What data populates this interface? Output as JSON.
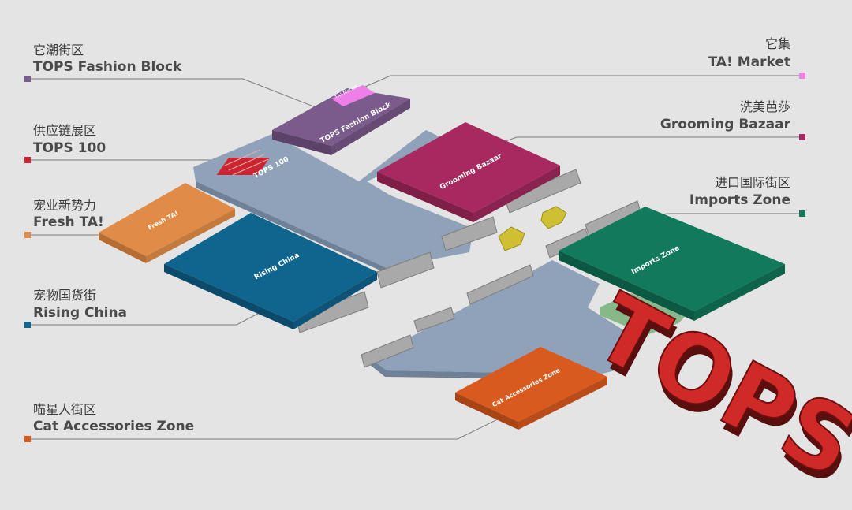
{
  "legend": [
    {
      "id": "tops-fashion-block",
      "zh": "它潮街区",
      "en": "TOPS Fashion Block",
      "color": "#7b5a8c"
    },
    {
      "id": "tops-100",
      "zh": "供应链展区",
      "en": "TOPS 100",
      "color": "#cc2430"
    },
    {
      "id": "fresh-ta",
      "zh": "宠业新势力",
      "en": "Fresh TA!",
      "color": "#e08c48"
    },
    {
      "id": "rising-china",
      "zh": "宠物国货街",
      "en": "Rising China",
      "color": "#10658f"
    },
    {
      "id": "cat-accessories",
      "zh": "喵星人街区",
      "en": "Cat Accessories Zone",
      "color": "#d95a1f"
    },
    {
      "id": "ta-market",
      "zh": "它集",
      "en": "TA! Market",
      "color": "#ee7ee8"
    },
    {
      "id": "grooming-bazaar",
      "zh": "洗美芭莎",
      "en": "Grooming Bazaar",
      "color": "#a8295f"
    },
    {
      "id": "imports-zone",
      "zh": "进口国际街区",
      "en": "Imports Zone",
      "color": "#127a5c"
    }
  ],
  "zones": {
    "ta_market_text": "TA! Market",
    "fashion_text": "TOPS Fashion Block",
    "tops100_text": "TOPS 100",
    "grooming_text": "Grooming Bazaar",
    "fresh_text": "Fresh TA!",
    "rising_text": "Rising China",
    "imports_text": "Imports Zone",
    "cat_text": "Cat Accessories Zone"
  },
  "logo_text": "TOPS"
}
